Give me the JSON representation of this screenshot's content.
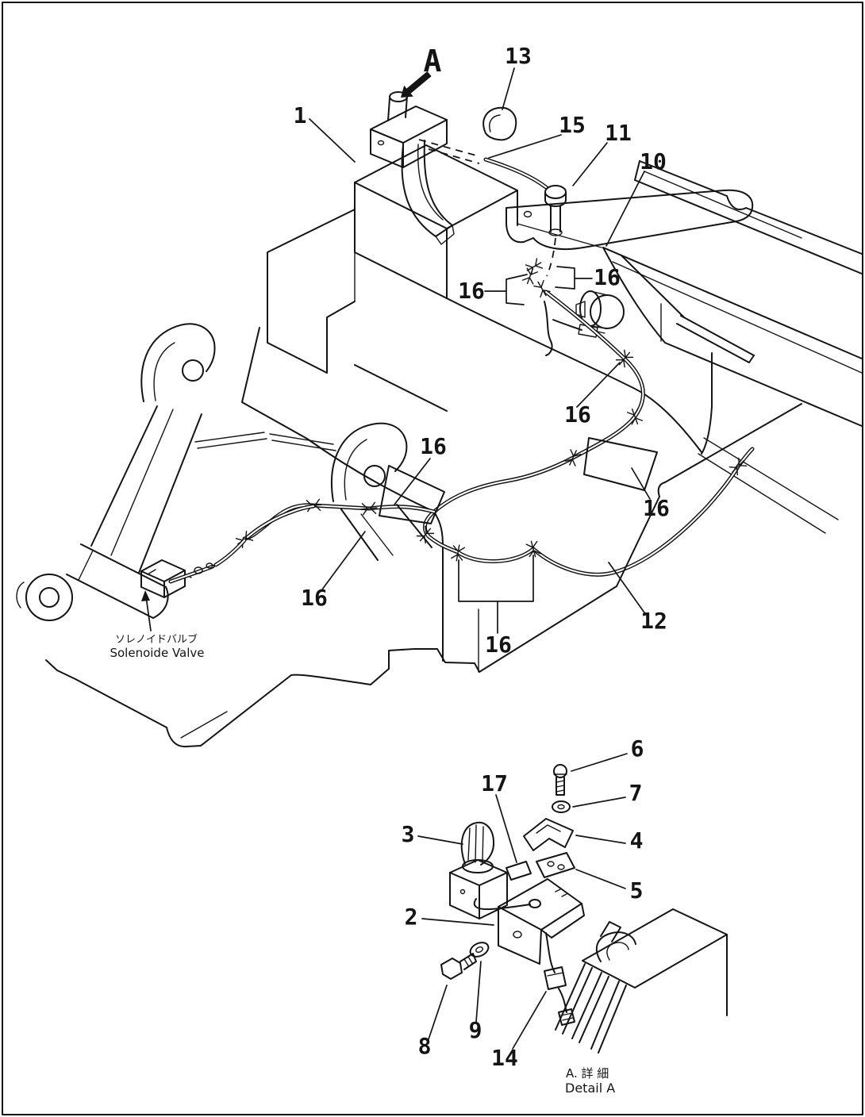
{
  "figure": {
    "type": "isometric-parts-diagram",
    "colors": {
      "ink": "#141414",
      "paper": "#ffffff"
    }
  },
  "callouts": {
    "view": "A",
    "n1": "1",
    "n2": "2",
    "n3": "3",
    "n4": "4",
    "n5": "5",
    "n6": "6",
    "n7": "7",
    "n8": "8",
    "n9": "9",
    "n10": "10",
    "n11": "11",
    "n12": "12",
    "n13": "13",
    "n14": "14",
    "n15": "15",
    "n16": "16",
    "n17": "17"
  },
  "labels": {
    "solenoid_jp": "ソレノイドバルブ",
    "solenoid_en": "Solenoide Valve",
    "detail_jp": "A. 詳 細",
    "detail_en": "Detail A"
  }
}
